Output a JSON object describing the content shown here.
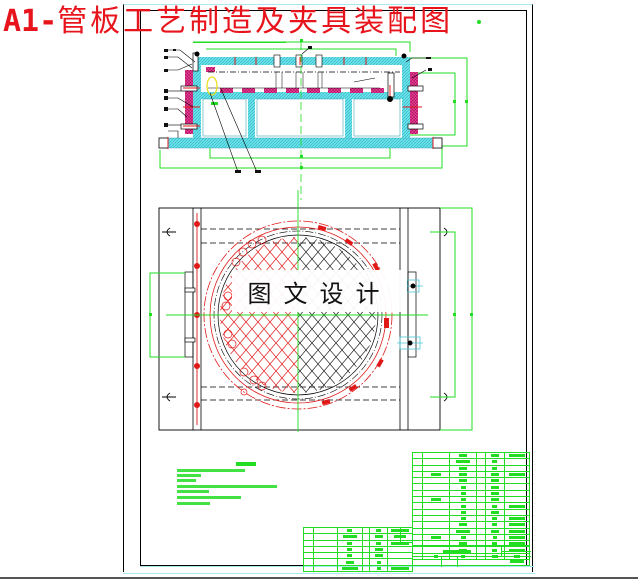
{
  "drawing": {
    "title": "A1-管板工艺制造及夹具装配图",
    "title_prefix": "A1-",
    "title_cn": "管板工艺制造及夹具装配图",
    "watermark": "图文设计",
    "colors": {
      "title_red": "#e8141c",
      "dimension_green": "#22dd22",
      "hatch_cyan": "#5fe0e8",
      "part_magenta": "#e0207a",
      "tube_red": "#e01818",
      "outline_black": "#000000",
      "frame_cyan": "#a8e8f0"
    }
  },
  "views": {
    "front_section": {
      "label": "front-section-view"
    },
    "plan_view": {
      "label": "plan-view",
      "grid_left_color": "red",
      "grid_right_color": "black"
    }
  },
  "technical_notes": {
    "title": "技术要求",
    "lines": [
      "1.",
      "2.",
      "3.",
      "4.",
      "5.",
      "6.",
      "7."
    ]
  },
  "parts_list": {
    "rows": [
      {
        "no": "18"
      },
      {
        "no": "17"
      },
      {
        "no": "16"
      },
      {
        "no": "15"
      },
      {
        "no": "14"
      },
      {
        "no": "13"
      },
      {
        "no": "12"
      },
      {
        "no": "11"
      },
      {
        "no": "10"
      },
      {
        "no": "9"
      },
      {
        "no": "8"
      },
      {
        "no": "7"
      },
      {
        "no": "6"
      },
      {
        "no": "5"
      },
      {
        "no": "4"
      },
      {
        "no": "3"
      },
      {
        "no": "2"
      },
      {
        "no": "1"
      }
    ],
    "lower_rows": [
      {
        "no": "24"
      },
      {
        "no": "23"
      },
      {
        "no": "22"
      },
      {
        "no": "21"
      },
      {
        "no": "20"
      },
      {
        "no": "19"
      },
      {
        "no": "17"
      }
    ]
  },
  "title_block": {
    "drawing_name": "管板工艺制造及夹具装配图",
    "scale": "1:1",
    "sheet": "共1张 第1张"
  }
}
